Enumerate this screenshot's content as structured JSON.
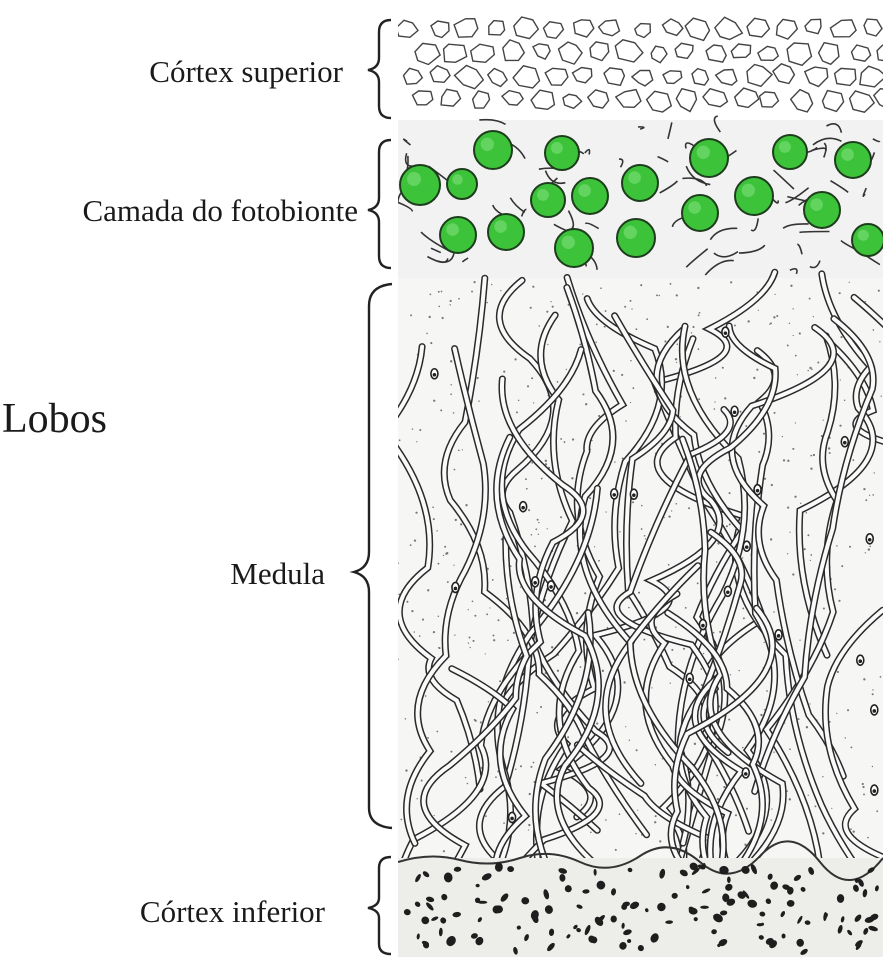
{
  "labels": {
    "upper_cortex": "Córtex superior",
    "photobiont_layer": "Camada do fotobionte",
    "lobes": "Lobos",
    "medulla": "Medula",
    "lower_cortex": "Córtex inferior"
  },
  "colors": {
    "photobiont_green": "#3cc33a",
    "ink": "#1a1a1a",
    "background": "#ffffff"
  }
}
